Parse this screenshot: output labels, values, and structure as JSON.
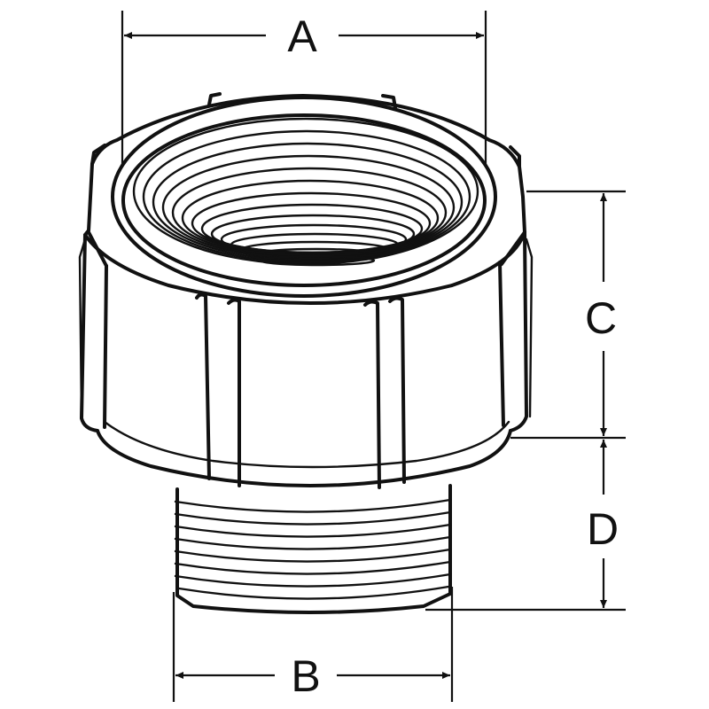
{
  "diagram": {
    "labels": {
      "a": "A",
      "b": "B",
      "c": "C",
      "d": "D"
    },
    "colors": {
      "line": "#111111",
      "background": "#ffffff"
    }
  }
}
